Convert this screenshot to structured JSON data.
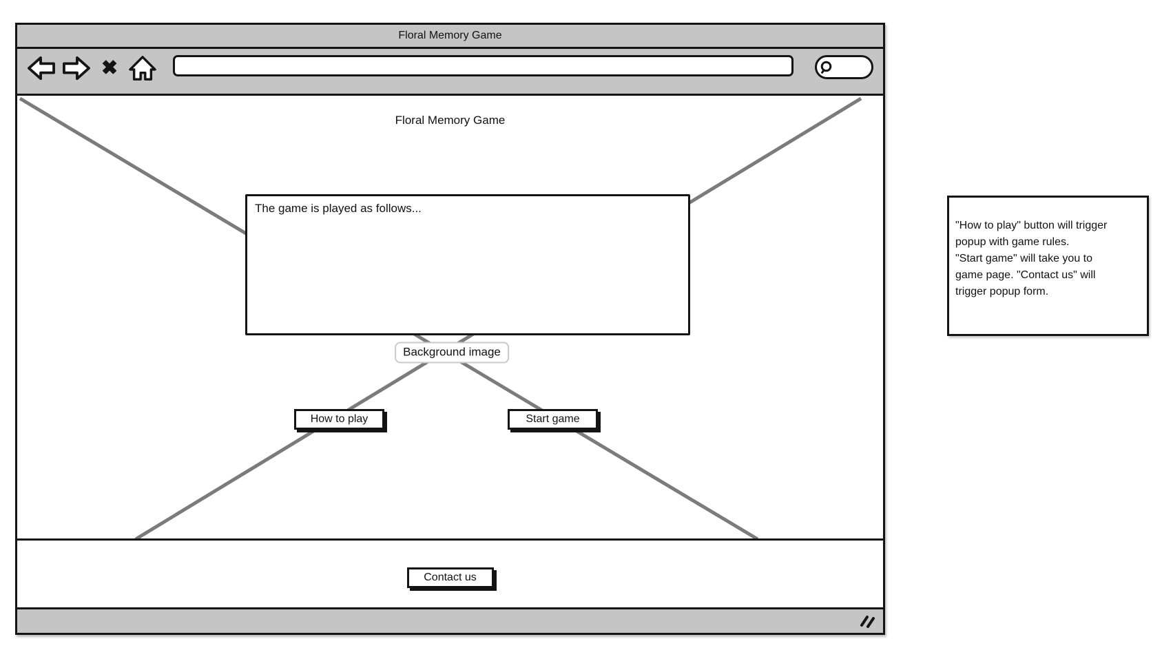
{
  "window": {
    "titlebar_title": "Floral Memory Game",
    "toolbar": {
      "close_glyph": "✖",
      "url_value": "",
      "search_value": ""
    }
  },
  "page": {
    "heading": "Floral Memory Game",
    "intro_text": "The game is played as follows...",
    "image_label": "Background image",
    "how_to_play_label": "How to play",
    "start_game_label": "Start game",
    "contact_us_label": "Contact us"
  },
  "annotation_note": {
    "text": "\"How to play\" button will trigger\npopup with game rules.\n\"Start game\" will take you to\ngame page. \"Contact us\" will\ntrigger popup form."
  },
  "icons": {
    "back": "back-arrow-icon",
    "forward": "forward-arrow-icon",
    "close": "close-x-icon",
    "home": "home-icon",
    "search": "magnifier-icon",
    "resize": "resize-handle-icon"
  },
  "colors": {
    "chrome_gray": "#c5c5c5",
    "line_black": "#141414",
    "placeholder_line_gray": "#7b7b7b"
  }
}
